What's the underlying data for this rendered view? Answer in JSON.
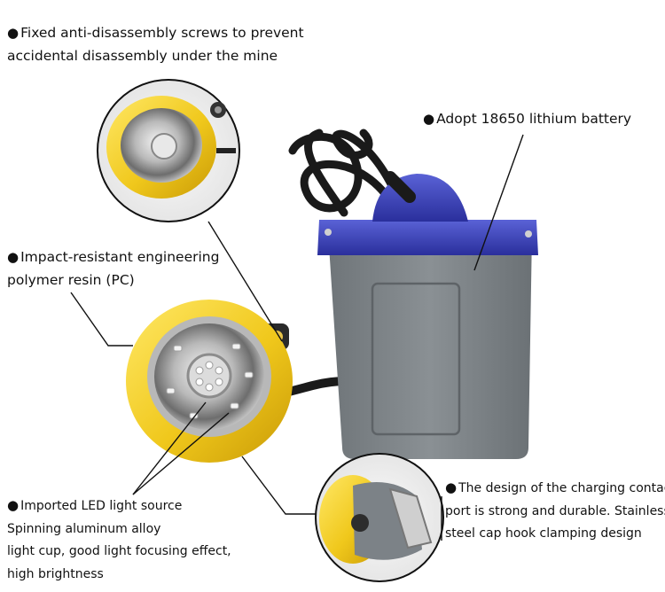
{
  "callouts": {
    "screws": {
      "lines": [
        "Fixed anti-disassembly screws to prevent",
        "accidental disassembly under the mine"
      ]
    },
    "battery": {
      "lines": [
        "Adopt 18650 lithium battery"
      ]
    },
    "polymer": {
      "lines": [
        "Impact-resistant engineering",
        "polymer resin (PC)"
      ]
    },
    "led": {
      "lines": [
        "Imported LED light source",
        "Spinning aluminum alloy",
        "light cup, good light focusing effect,",
        "high brightness"
      ]
    },
    "charging": {
      "lines": [
        "The design of the charging contact",
        "port is strong and durable. Stainless",
        "steel cap hook clamping design"
      ]
    }
  },
  "bullet_glyph": "●"
}
